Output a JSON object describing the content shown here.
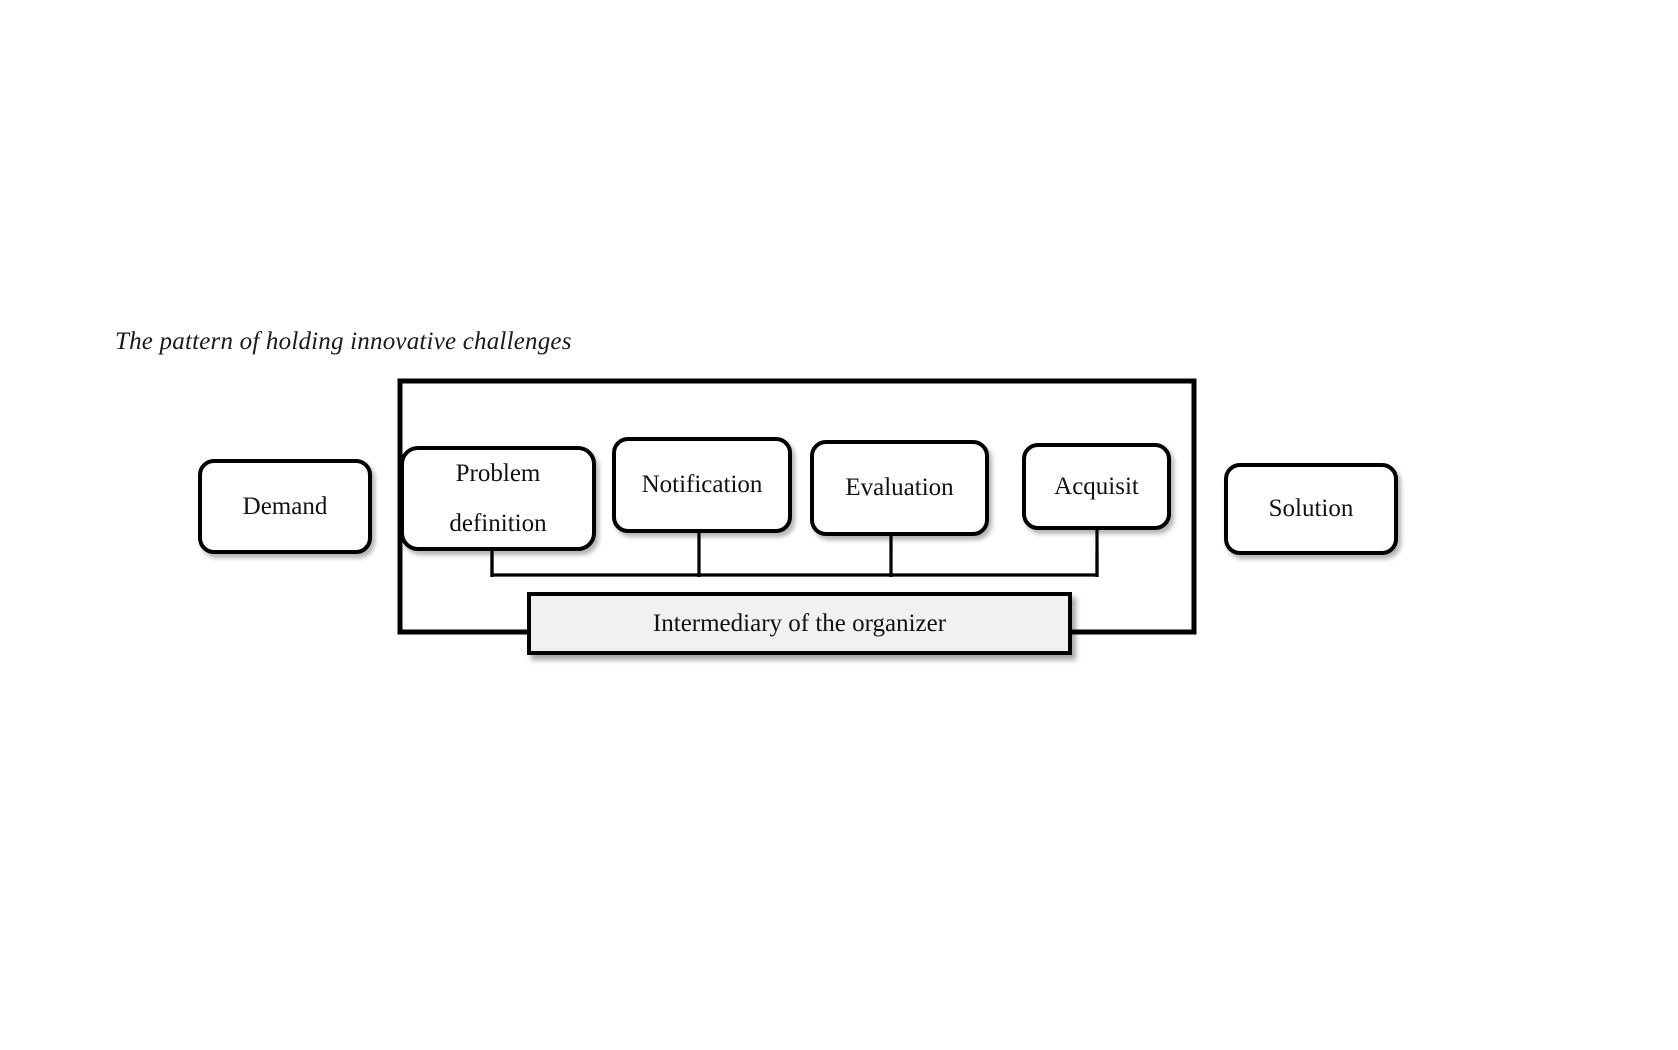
{
  "diagram": {
    "title": "The pattern of holding innovative challenges",
    "type": "process-flow",
    "colors": {
      "stroke": "#000000",
      "node_fill": "#ffffff",
      "intermediary_fill": "#f1f1f1",
      "background": "#ffffff",
      "text": "#111111"
    },
    "nodes": {
      "demand": {
        "label": "Demand"
      },
      "problem_definition": {
        "line1": "Problem",
        "line2": "definition"
      },
      "notification": {
        "label": "Notification"
      },
      "evaluation": {
        "label": "Evaluation"
      },
      "acquisition": {
        "label": "Acquisit"
      },
      "solution": {
        "label": "Solution"
      },
      "intermediary": {
        "label": "Intermediary of the organizer"
      }
    },
    "flow_sequence": [
      "Demand",
      "Problem definition",
      "Notification",
      "Evaluation",
      "Acquisit",
      "Solution"
    ],
    "connections": [
      {
        "from": "Demand",
        "to": "Problem definition",
        "kind": "arrow"
      },
      {
        "from": "Problem definition",
        "to": "Notification",
        "kind": "arrow"
      },
      {
        "from": "Notification",
        "to": "Evaluation",
        "kind": "arrow"
      },
      {
        "from": "Evaluation",
        "to": "Acquisit",
        "kind": "arrow"
      },
      {
        "from": "Acquisit",
        "to": "Solution",
        "kind": "arrow"
      },
      {
        "from": "Problem definition",
        "to": "Intermediary of the organizer",
        "kind": "line"
      },
      {
        "from": "Notification",
        "to": "Intermediary of the organizer",
        "kind": "line"
      },
      {
        "from": "Evaluation",
        "to": "Intermediary of the organizer",
        "kind": "line"
      },
      {
        "from": "Acquisit",
        "to": "Intermediary of the organizer",
        "kind": "line"
      }
    ],
    "container": {
      "label": "",
      "note": "outer rectangle enclosing the process stages and the intermediary bar"
    }
  }
}
